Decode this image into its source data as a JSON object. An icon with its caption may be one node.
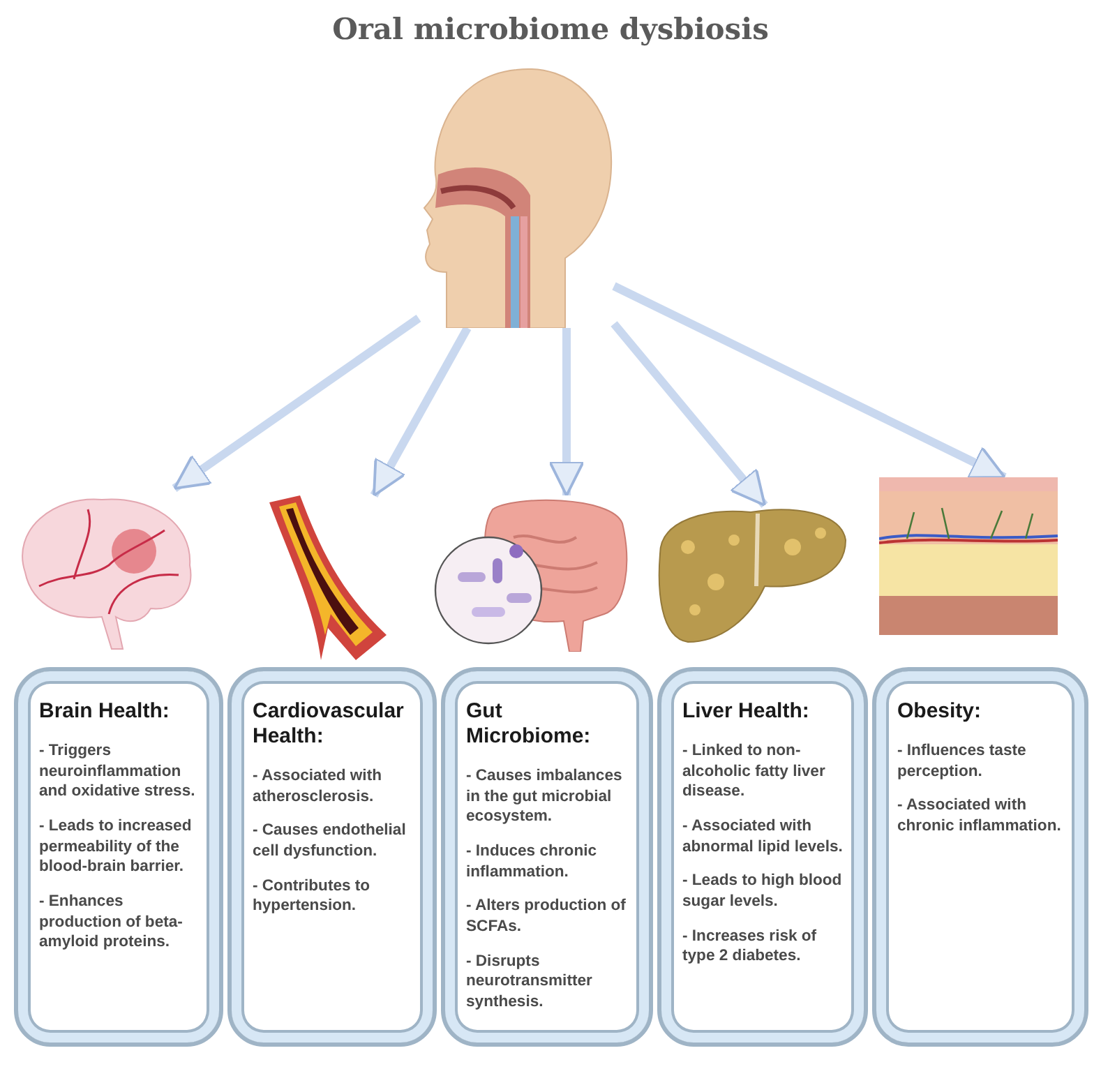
{
  "diagram": {
    "title": "Oral microbiome dysbiosis",
    "nodes": [
      {
        "text": [],
        "shape": "picture"
      },
      {
        "text": [],
        "shape": "picture"
      },
      {
        "text": [],
        "shape": "picture"
      },
      {
        "text": [],
        "shape": "picture"
      },
      {
        "text": [],
        "shape": "picture"
      },
      {
        "text": [],
        "shape": "picture"
      },
      {
        "text": [
          "Brain Health:",
          "- Triggers neuroinflammation and oxidative stress.",
          "- Leads to increased permeability of the blood-brain barrier.",
          "- Enhances production of beta-amyloid proteins."
        ]
      },
      {
        "text": [
          "Cardiovascular Health:",
          "- Associated with atherosclerosis.",
          "- Causes endothelial cell dysfunction.",
          "- Contributes to hypertension."
        ]
      },
      {
        "text": [
          "Gut Microbiome:",
          "- Causes imbalances in the gut microbial ecosystem.",
          "- Induces chronic inflammation.",
          "- Alters production of SCFAs.",
          "- Disrupts neurotransmitter synthesis."
        ]
      },
      {
        "text": [
          "Liver Health:",
          "- Linked to non-alcoholic fatty liver disease.",
          "- Associated with abnormal lipid levels.",
          "- Leads to high blood sugar levels.",
          "- Increases risk of type 2 diabetes."
        ]
      },
      {
        "text": [
          "Obesity:",
          "- Influences taste perception.",
          "- Associated with chronic inflammation."
        ]
      }
    ],
    "edges": [
      {
        "from": 0,
        "to": 1,
        "arrow": "to"
      },
      {
        "from": 0,
        "to": 2,
        "arrow": "to"
      },
      {
        "from": 0,
        "to": 3,
        "arrow": "to"
      },
      {
        "from": 0,
        "to": 4,
        "arrow": "to"
      },
      {
        "from": 0,
        "to": 5,
        "arrow": "to"
      }
    ]
  }
}
